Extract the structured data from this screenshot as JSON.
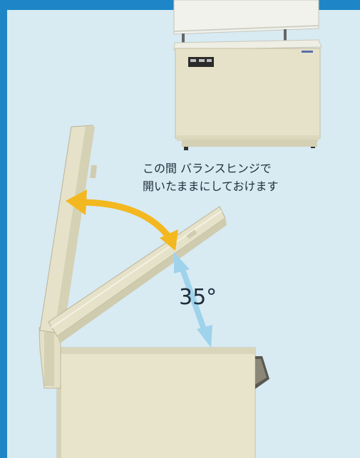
{
  "caption": {
    "line1": "この間 バランスヒンジで",
    "line2": "開いたままにしておけます"
  },
  "angle_label": "35°",
  "colors": {
    "background": "#1e86c6",
    "panel": "#d8eaf2",
    "freezer_body": "#e6e2c9",
    "open_range_arrow": "#f3b81f",
    "angle_arrow": "#9fd3ec"
  },
  "icons": [
    "curved-double-arrow-icon",
    "vertical-double-arrow-icon"
  ]
}
